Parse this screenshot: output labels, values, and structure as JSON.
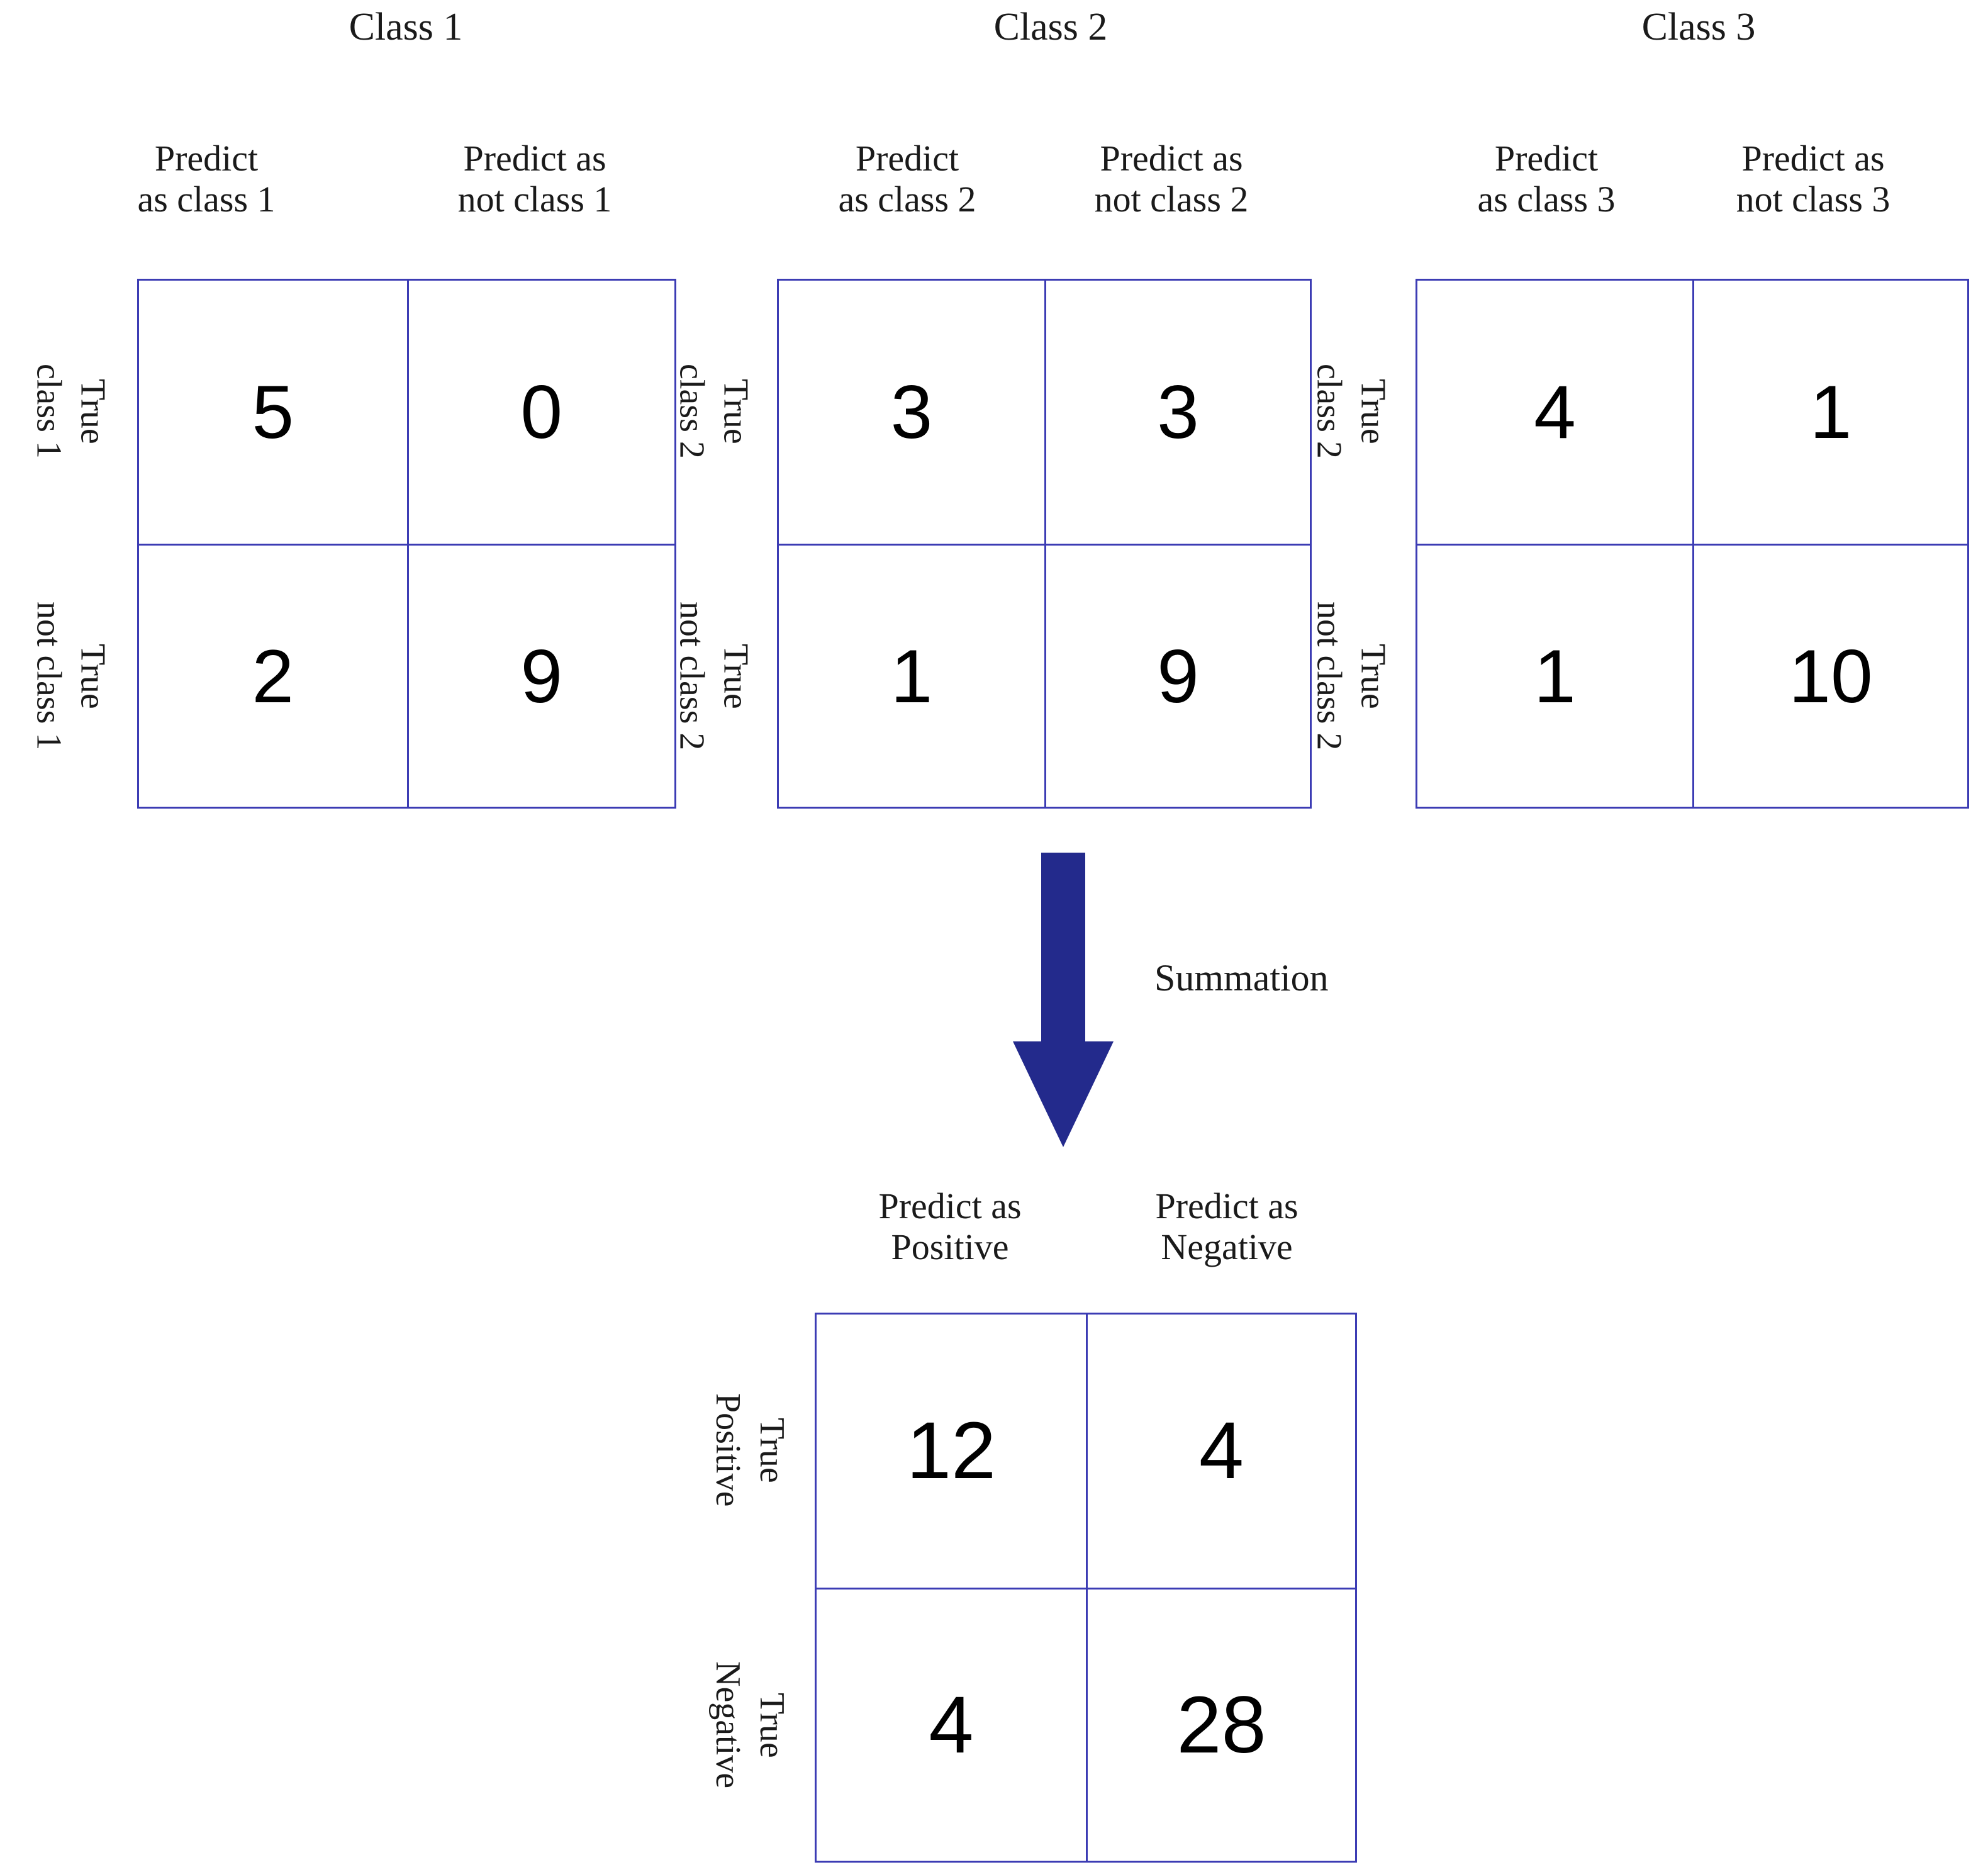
{
  "figure": {
    "kind": "one-vs-rest confusion matrix aggregation diagram",
    "accent_border_color": "#3c3cb4",
    "arrow_color": "#232a8c",
    "text_color": "#1a1a1a",
    "background_color": "#ffffff"
  },
  "summation": {
    "label": "Summation",
    "arrow_icon": "down-arrow-icon"
  },
  "per_class_matrices": [
    {
      "title": "Class 1",
      "columns": [
        {
          "line1": "Predict",
          "line2": "as class 1"
        },
        {
          "line1": "Predict as",
          "line2": "not class 1"
        }
      ],
      "rows": [
        {
          "line1": "True",
          "line2": "class 1"
        },
        {
          "line1": "True",
          "line2": "not class 1"
        }
      ],
      "cells": [
        [
          "5",
          "0"
        ],
        [
          "2",
          "9"
        ]
      ]
    },
    {
      "title": "Class 2",
      "columns": [
        {
          "line1": "Predict",
          "line2": "as class 2"
        },
        {
          "line1": "Predict as",
          "line2": "not class 2"
        }
      ],
      "rows": [
        {
          "line1": "True",
          "line2": "class 2"
        },
        {
          "line1": "True",
          "line2": "not class 2"
        }
      ],
      "cells": [
        [
          "3",
          "3"
        ],
        [
          "1",
          "9"
        ]
      ]
    },
    {
      "title": "Class 3",
      "columns": [
        {
          "line1": "Predict",
          "line2": "as class 3"
        },
        {
          "line1": "Predict as",
          "line2": "not class 3"
        }
      ],
      "rows": [
        {
          "line1": "True",
          "line2": "class 2"
        },
        {
          "line1": "True",
          "line2": "not class 2"
        }
      ],
      "cells": [
        [
          "4",
          "1"
        ],
        [
          "1",
          "10"
        ]
      ]
    }
  ],
  "summary_matrix": {
    "columns": [
      {
        "line1": "Predict as",
        "line2": "Positive"
      },
      {
        "line1": "Predict as",
        "line2": "Negative"
      }
    ],
    "rows": [
      {
        "line1": "True",
        "line2": "Positive"
      },
      {
        "line1": "True",
        "line2": "Negative"
      }
    ],
    "cells": [
      [
        "12",
        "4"
      ],
      [
        "4",
        "28"
      ]
    ]
  },
  "chart_data": {
    "type": "table",
    "title": "One-vs-rest confusion matrices summed into a single binary confusion matrix",
    "matrices": [
      {
        "name": "Class 1",
        "row_labels": [
          "True class 1",
          "True not class 1"
        ],
        "col_labels": [
          "Predict as class 1",
          "Predict as not class 1"
        ],
        "values": [
          [
            5,
            0
          ],
          [
            2,
            9
          ]
        ]
      },
      {
        "name": "Class 2",
        "row_labels": [
          "True class 2",
          "True not class 2"
        ],
        "col_labels": [
          "Predict as class 2",
          "Predict as not class 2"
        ],
        "values": [
          [
            3,
            3
          ],
          [
            1,
            9
          ]
        ]
      },
      {
        "name": "Class 3",
        "row_labels": [
          "True class 2",
          "True not class 2"
        ],
        "col_labels": [
          "Predict as class 3",
          "Predict as not class 3"
        ],
        "values": [
          [
            4,
            1
          ],
          [
            1,
            10
          ]
        ]
      }
    ],
    "aggregate": {
      "name": "Summation",
      "row_labels": [
        "True Positive",
        "True Negative"
      ],
      "col_labels": [
        "Predict as Positive",
        "Predict as Negative"
      ],
      "values": [
        [
          12,
          4
        ],
        [
          4,
          28
        ]
      ]
    }
  }
}
